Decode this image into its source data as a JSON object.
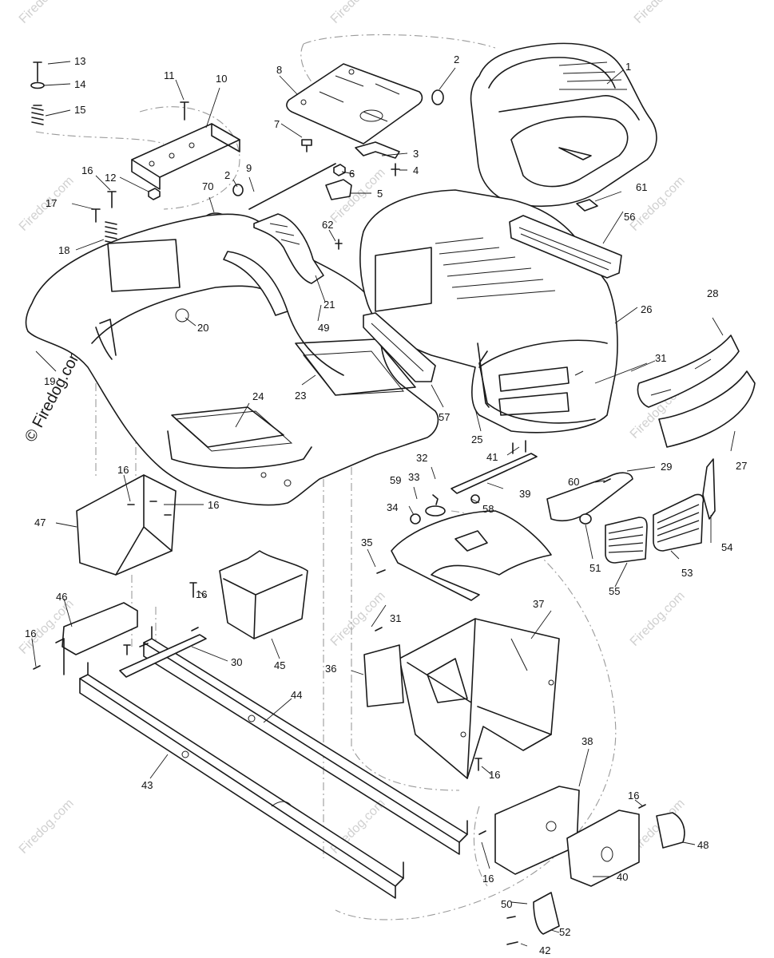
{
  "watermark": {
    "text": "Firedog.com",
    "side_text": "© Firedog.com"
  },
  "callouts": {
    "c1": "1",
    "c2a": "2",
    "c2b": "2",
    "c3": "3",
    "c4": "4",
    "c5": "5",
    "c6": "6",
    "c7": "7",
    "c8": "8",
    "c9": "9",
    "c10": "10",
    "c11": "11",
    "c12": "12",
    "c13": "13",
    "c14": "14",
    "c15": "15",
    "c16a": "16",
    "c16b": "16",
    "c16c": "16",
    "c16d": "16",
    "c16e": "16",
    "c16f": "16",
    "c16g": "16",
    "c16h": "16",
    "c17": "17",
    "c18": "18",
    "c19": "19",
    "c20": "20",
    "c21": "21",
    "c23": "23",
    "c24": "24",
    "c25": "25",
    "c26": "26",
    "c27": "27",
    "c28": "28",
    "c29": "29",
    "c30": "30",
    "c31a": "31",
    "c31b": "31",
    "c32": "32",
    "c33": "33",
    "c34": "34",
    "c35": "35",
    "c36": "36",
    "c37": "37",
    "c38": "38",
    "c39": "39",
    "c40": "40",
    "c41": "41",
    "c42": "42",
    "c43": "43",
    "c44": "44",
    "c45": "45",
    "c46": "46",
    "c47": "47",
    "c48": "48",
    "c49": "49",
    "c50": "50",
    "c51": "51",
    "c52": "52",
    "c53": "53",
    "c54": "54",
    "c55": "55",
    "c56": "56",
    "c57": "57",
    "c58": "58",
    "c59": "59",
    "c60": "60",
    "c61": "61",
    "c62": "62",
    "c70": "70"
  }
}
